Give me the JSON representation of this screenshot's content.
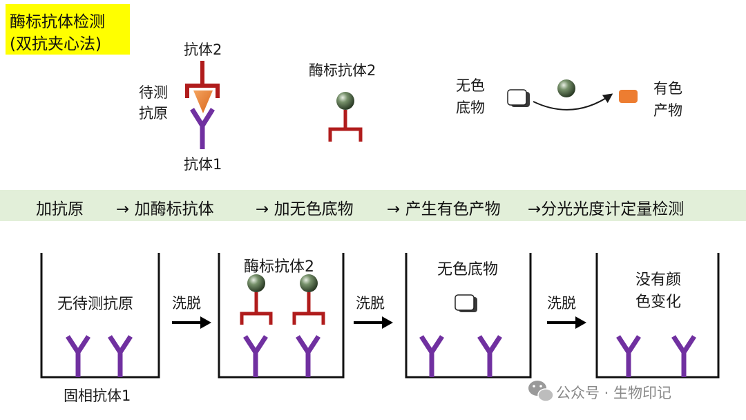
{
  "title": {
    "line1": "酶标抗体检测",
    "line2": "(双抗夹心法)"
  },
  "legend": {
    "antibody2": "抗体2",
    "antigen_line1": "待测",
    "antigen_line2": "抗原",
    "antibody1": "抗体1",
    "enzyme_antibody2": "酶标抗体2",
    "colorless_line1": "无色",
    "colorless_line2": "底物",
    "colored_line1": "有色",
    "colored_line2": "产物"
  },
  "steps": [
    "加抗原",
    "→ 加酶标抗体",
    "→ 加无色底物",
    "→ 产生有色产物",
    "→分光光度计定量检测"
  ],
  "wells": [
    {
      "label": "无待测抗原"
    },
    {
      "label": "酶标抗体2"
    },
    {
      "label": "无色底物"
    },
    {
      "label_line1": "没有颜",
      "label_line2": "色变化"
    }
  ],
  "wash_label": "洗脱",
  "bottom_label": "固相抗体1",
  "watermark": "公众号 · 生物印记",
  "colors": {
    "antibody1": "#7030a0",
    "antibody2": "#b01c1c",
    "antigen": "#ed7d31",
    "band": "#e2efd9",
    "highlight": "#ffff00"
  }
}
